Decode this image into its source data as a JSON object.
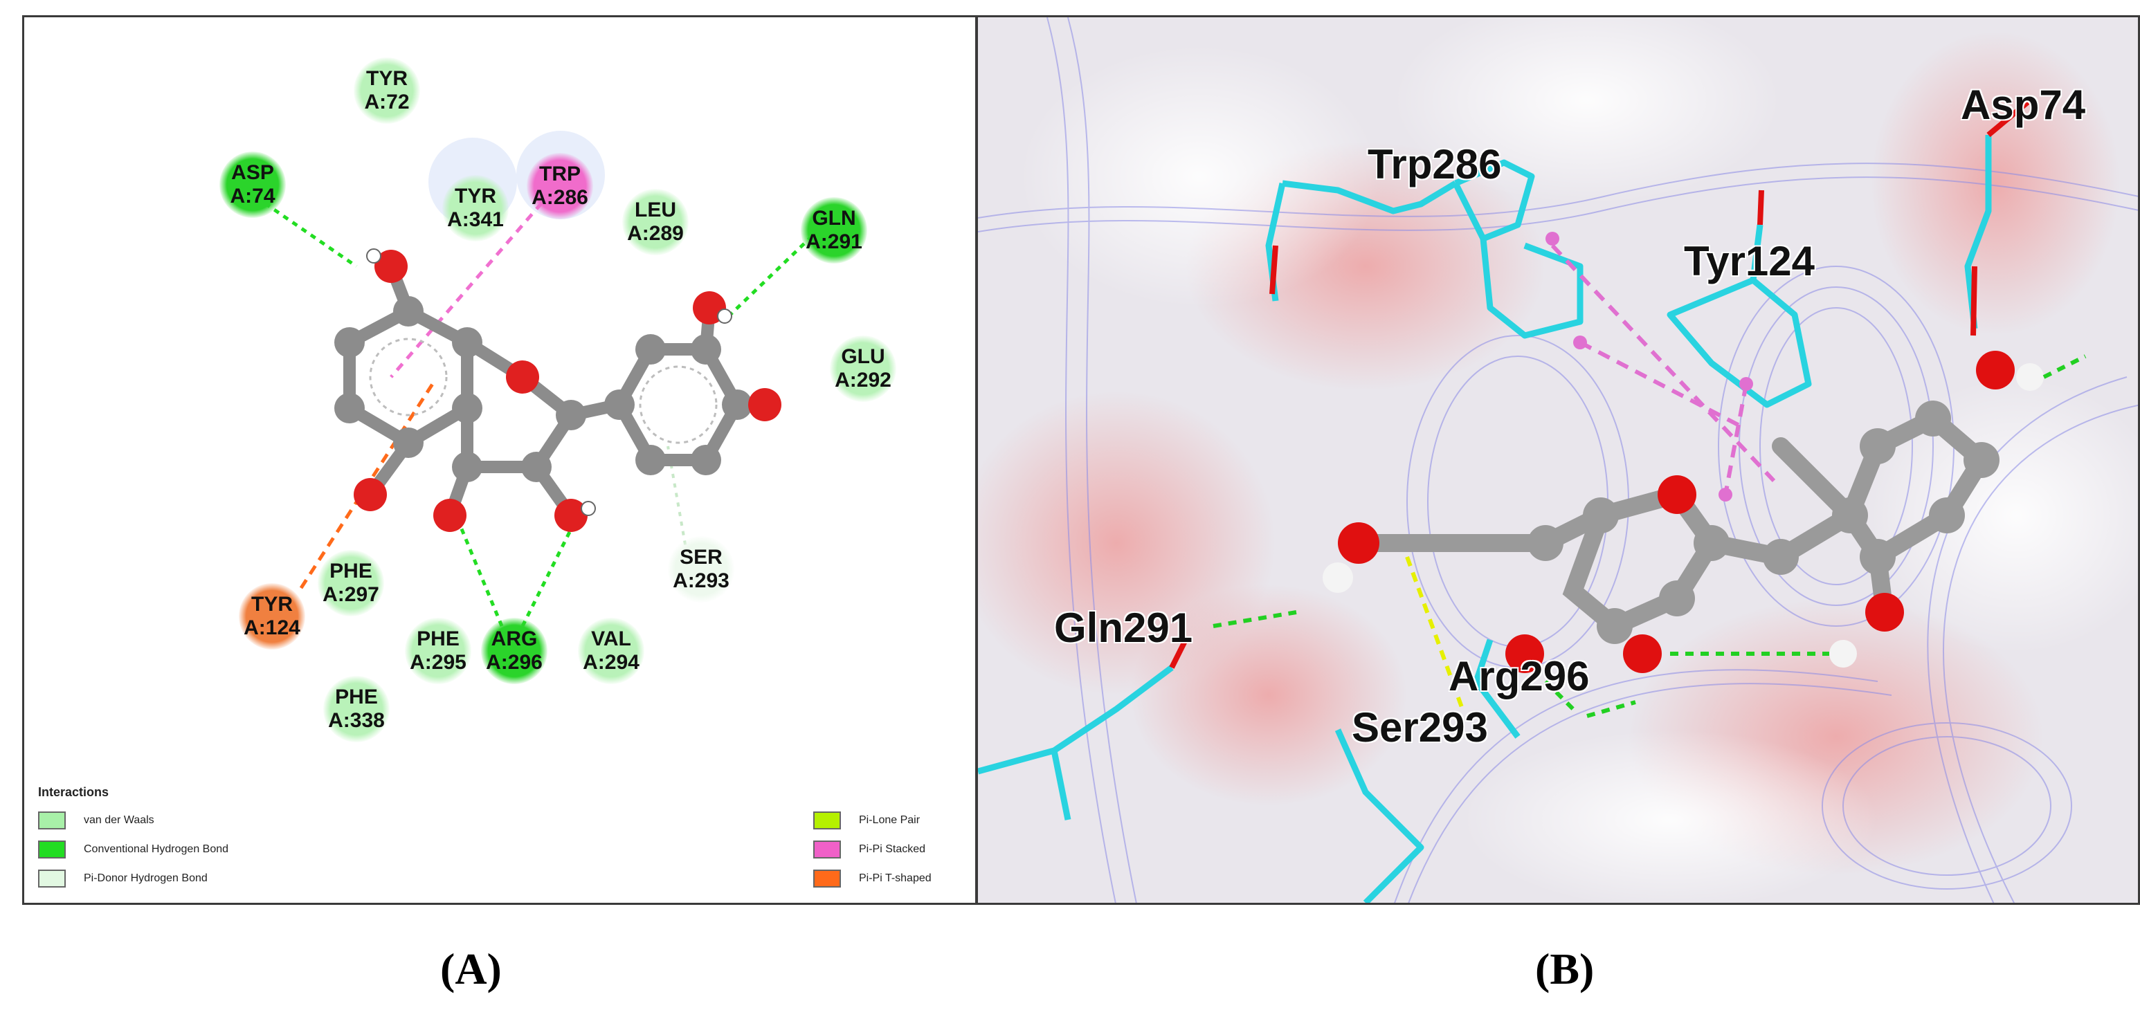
{
  "panel_a": {
    "caption": "(A)",
    "residues": [
      {
        "id": "tyr72",
        "name": "TYR",
        "num": "A:72",
        "type": "vdw"
      },
      {
        "id": "asp74",
        "name": "ASP",
        "num": "A:74",
        "type": "hbond"
      },
      {
        "id": "tyr341",
        "name": "TYR",
        "num": "A:341",
        "type": "vdw"
      },
      {
        "id": "trp286",
        "name": "TRP",
        "num": "A:286",
        "type": "pipi"
      },
      {
        "id": "leu289",
        "name": "LEU",
        "num": "A:289",
        "type": "vdw"
      },
      {
        "id": "gln291",
        "name": "GLN",
        "num": "A:291",
        "type": "hbond"
      },
      {
        "id": "glu292",
        "name": "GLU",
        "num": "A:292",
        "type": "vdw"
      },
      {
        "id": "ser293",
        "name": "SER",
        "num": "A:293",
        "type": "pidonor"
      },
      {
        "id": "phe297",
        "name": "PHE",
        "num": "A:297",
        "type": "vdw"
      },
      {
        "id": "tyr124",
        "name": "TYR",
        "num": "A:124",
        "type": "tshaped"
      },
      {
        "id": "phe295",
        "name": "PHE",
        "num": "A:295",
        "type": "vdw"
      },
      {
        "id": "arg296",
        "name": "ARG",
        "num": "A:296",
        "type": "hbond"
      },
      {
        "id": "val294",
        "name": "VAL",
        "num": "A:294",
        "type": "vdw"
      },
      {
        "id": "phe338",
        "name": "PHE",
        "num": "A:338",
        "type": "vdw"
      }
    ],
    "legend": {
      "title": "Interactions",
      "items": [
        {
          "label": "van der Waals",
          "color": "#a8f0a8"
        },
        {
          "label": "Conventional Hydrogen Bond",
          "color": "#22dd22"
        },
        {
          "label": "Pi-Donor Hydrogen Bond",
          "color": "#e2f8e2"
        },
        {
          "label": "Pi-Lone Pair",
          "color": "#b5f000"
        },
        {
          "label": "Pi-Pi Stacked",
          "color": "#f060c8"
        },
        {
          "label": "Pi-Pi T-shaped",
          "color": "#ff6a1a"
        }
      ]
    },
    "colors": {
      "vdw": "#b9f2b9",
      "hbond": "#2bd42b",
      "pidonor": "#eef9ee",
      "pipi": "#f06ccb",
      "tshaped": "#f08040",
      "carbon": "#8c8c8c",
      "oxygen": "#e02020"
    }
  },
  "panel_b": {
    "caption": "(B)",
    "labels": [
      {
        "id": "trp286",
        "text": "Trp286"
      },
      {
        "id": "tyr124",
        "text": "Tyr124"
      },
      {
        "id": "asp74",
        "text": "Asp74"
      },
      {
        "id": "gln291",
        "text": "Gln291"
      },
      {
        "id": "arg296",
        "text": "Arg296"
      },
      {
        "id": "ser293",
        "text": "Ser293"
      }
    ],
    "colors": {
      "stick": "#29d3e0",
      "ribbon": "#8b8be6",
      "surface_red": "#f2a3a3",
      "ligand": "#9a9a9a",
      "oxygen": "#e01010",
      "hbond": "#22d022",
      "pipi": "#e070d0",
      "pilone": "#e6f000"
    }
  }
}
